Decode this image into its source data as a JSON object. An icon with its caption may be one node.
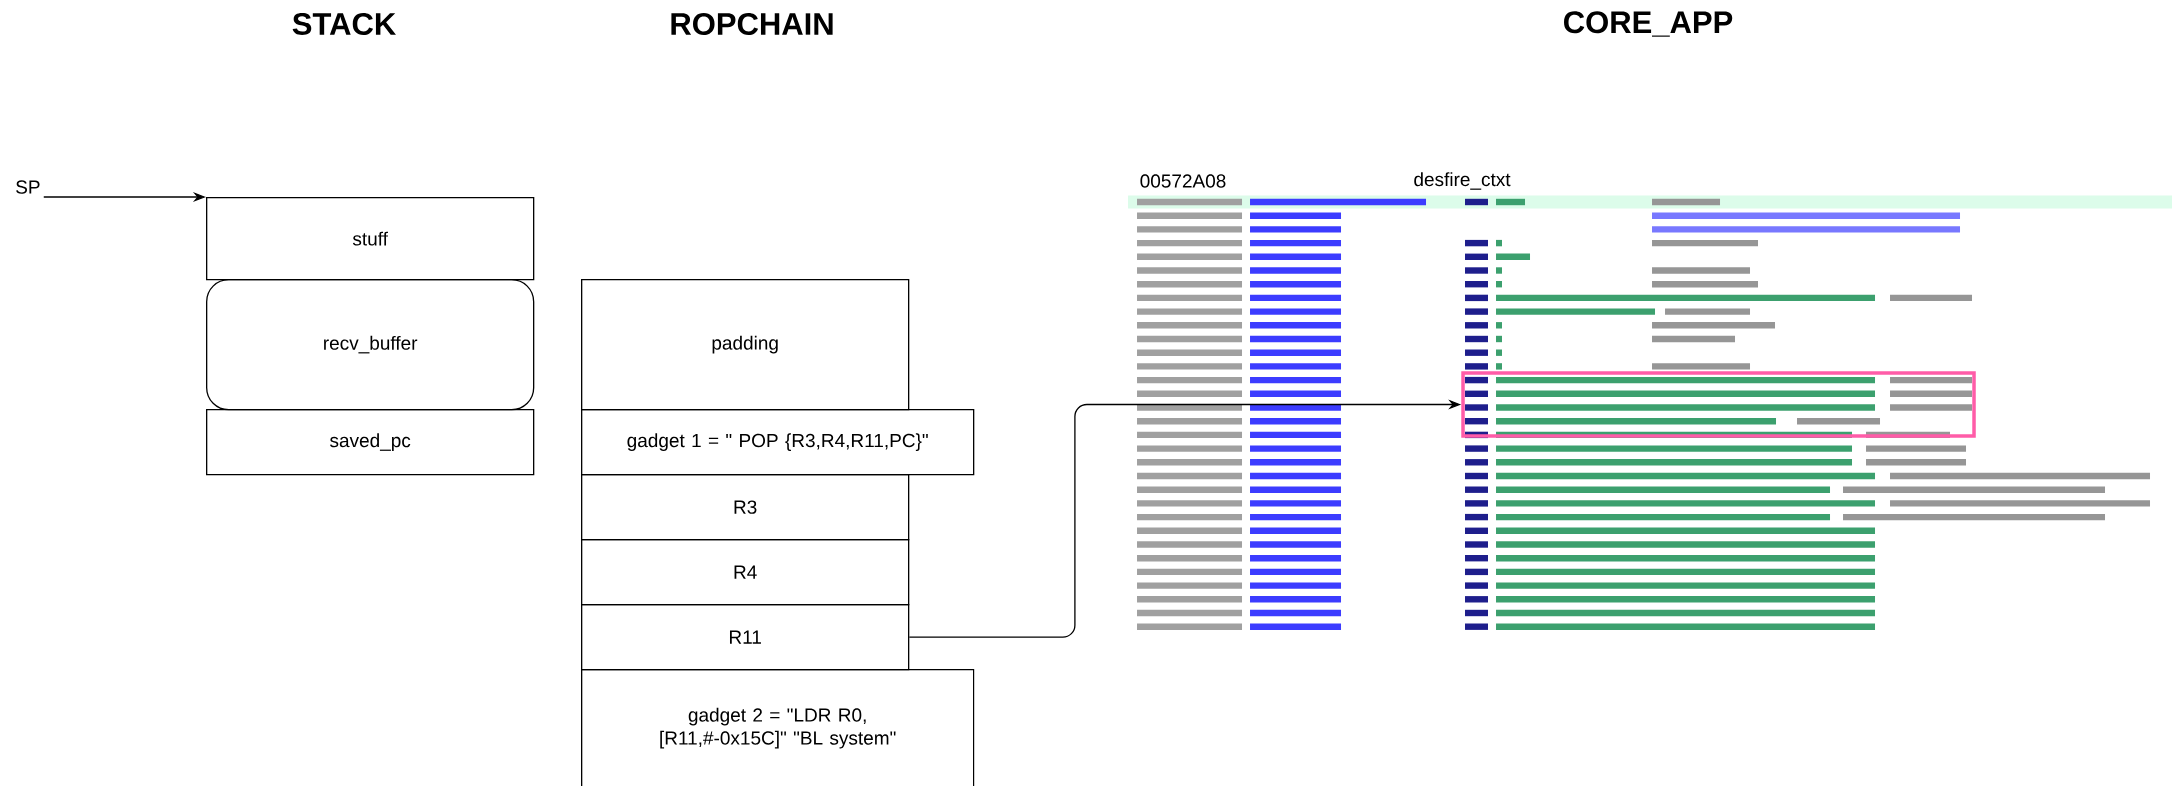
{
  "diagram": {
    "nodes": [
      {
        "text": [
          "SP"
        ]
      },
      {
        "text": [
          "stuff"
        ]
      },
      {
        "text": [
          "recv_buffer"
        ]
      },
      {
        "text": [
          "saved_pc"
        ]
      },
      {
        "text": [
          "padding"
        ]
      },
      {
        "text": [
          "gadget 1 = \" POP {R3,R4,R11,PC}\""
        ]
      },
      {
        "text": [
          "R3"
        ]
      },
      {
        "text": [
          "R4"
        ]
      },
      {
        "text": [
          "R11"
        ]
      },
      {
        "text": [
          "gadget 2 = \"LDR R0, [R11,#-0x15C]\" \"BL system\""
        ]
      },
      {
        "text": [],
        "shape": "box"
      }
    ],
    "edges": [
      {
        "from": 0,
        "to": 1,
        "arrow": "to"
      },
      {
        "from": 8,
        "to": 10,
        "arrow": "to"
      }
    ],
    "labels": [
      "STACK",
      "ROPCHAIN",
      "CORE_APP",
      "00572A08",
      "desfire_ctxt"
    ]
  }
}
